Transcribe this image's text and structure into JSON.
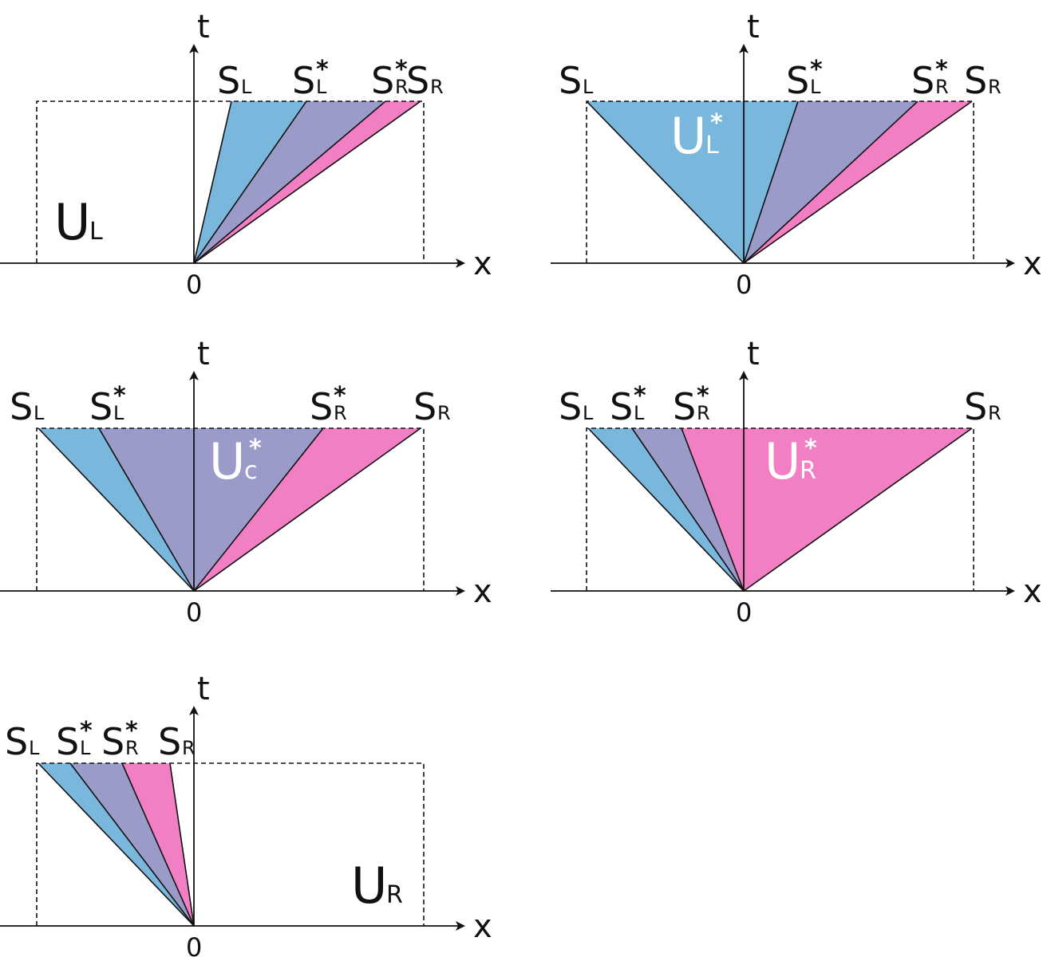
{
  "colors": {
    "fan_left": "#7ab7dd",
    "fan_center": "#9b9bc9",
    "fan_right": "#f27fc3",
    "axis": "#111111",
    "dashed": "#111111"
  },
  "axes": {
    "t_label": "t",
    "x_label": "x",
    "origin_label": "0"
  },
  "wave_labels": {
    "S_L": {
      "main": "S",
      "sub": "L",
      "star": ""
    },
    "S_Lstar": {
      "main": "S",
      "sub": "L",
      "star": "*"
    },
    "S_Rstar": {
      "main": "S",
      "sub": "R",
      "star": "*"
    },
    "S_R": {
      "main": "S",
      "sub": "R",
      "star": ""
    }
  },
  "panels": [
    {
      "id": "panel-1",
      "region_label": {
        "main": "U",
        "sub": "L",
        "star": ""
      },
      "region_color": "dark"
    },
    {
      "id": "panel-2",
      "region_label": {
        "main": "U",
        "sub": "L",
        "star": "*"
      },
      "region_color": "white"
    },
    {
      "id": "panel-3",
      "region_label": {
        "main": "U",
        "sub": "c",
        "star": "*"
      },
      "region_color": "white"
    },
    {
      "id": "panel-4",
      "region_label": {
        "main": "U",
        "sub": "R",
        "star": "*"
      },
      "region_color": "white"
    },
    {
      "id": "panel-5",
      "region_label": {
        "main": "U",
        "sub": "R",
        "star": ""
      },
      "region_color": "dark"
    }
  ]
}
